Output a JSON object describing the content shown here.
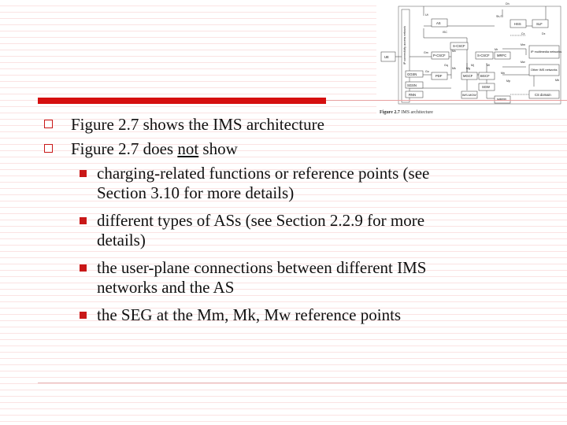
{
  "slide": {
    "bullets": [
      {
        "parts": [
          "Figure 2.7 shows the IMS architecture"
        ]
      },
      {
        "parts": [
          "Figure 2.7 does ",
          "not",
          " show"
        ]
      }
    ],
    "sub_bullets": [
      {
        "line1": "charging-related functions or reference points (see",
        "line2": "Section 3.10 for more details)"
      },
      {
        "line1": "different types of ASs (see Section 2.2.9 for more",
        "line2": "details)"
      },
      {
        "line1": "the user-plane connections between different IMS",
        "line2": "networks and the AS"
      },
      {
        "line1": "the SEG at the Mm, Mk, Mw reference points",
        "line2": ""
      }
    ]
  },
  "figure": {
    "caption_label": "Figure 2.7",
    "caption_text": "IMS architecture",
    "side_label": "IP connectivity access network",
    "nodes": {
      "ue": "UE",
      "as": "AS",
      "hss": "HSS",
      "slf": "SLF",
      "scscf1": "S-CSCF",
      "pcscf": "P-CSCF",
      "scscf2": "S-CSCF",
      "mrfc": "MRFC",
      "ipmm": "IP multimedia networks",
      "pdf": "PDF",
      "mgcf": "MGCF",
      "bgcf": "BGCF",
      "otherims": "Other IMS networks",
      "ggsn": "GGSN",
      "sgsn": "SGSN",
      "rnn": "RNN",
      "imsmgw": "IMS-MGW",
      "sgw": "SGW",
      "mrfp": "MRFP",
      "csdomain": "CS domain"
    },
    "refs": [
      "Dh",
      "Ut",
      "Sh,Si",
      "ISC",
      "Cx",
      "Dx",
      "Gm",
      "Mr",
      "Mx",
      "Mm",
      "Mk",
      "Mw",
      "Gq",
      "Mg",
      "Mi",
      "Mj",
      "Mn",
      "Mp",
      "Go",
      "Mb"
    ]
  },
  "colors": {
    "accent": "#d60f0f",
    "bullet": "#c91818"
  }
}
